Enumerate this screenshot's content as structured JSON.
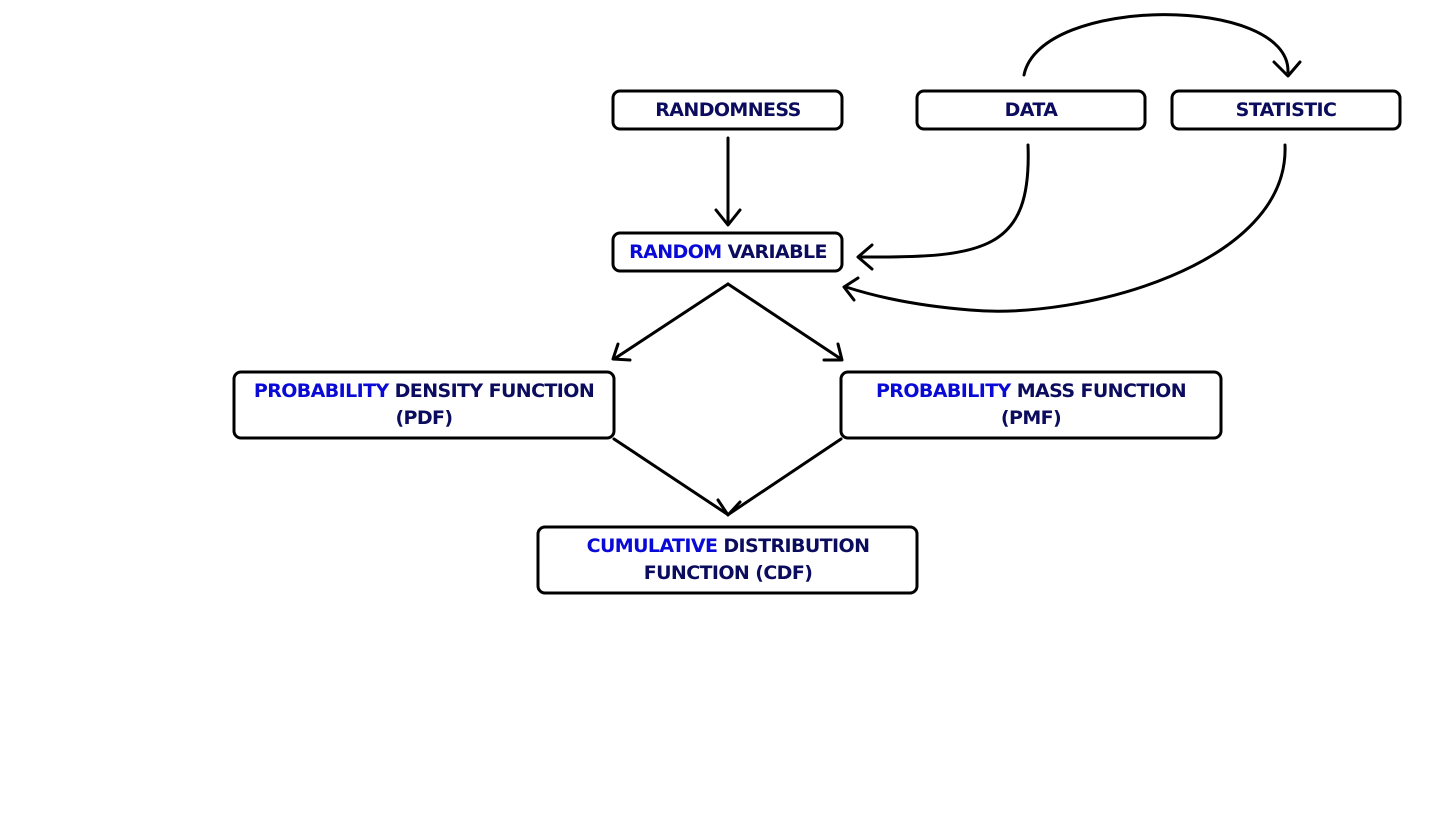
{
  "colors": {
    "accent": "#0a0ad6",
    "dark": "#0c0c5e",
    "stroke": "#000000",
    "background": "#ffffff"
  },
  "nodes": {
    "randomness": {
      "line1": [
        {
          "text": "RANDOMNESS",
          "tone": "dark"
        }
      ]
    },
    "data": {
      "line1": [
        {
          "text": "DATA",
          "tone": "dark"
        }
      ]
    },
    "statistic": {
      "line1": [
        {
          "text": "STATISTIC",
          "tone": "dark"
        }
      ]
    },
    "random_variable": {
      "line1": [
        {
          "text": "RANDOM ",
          "tone": "accent"
        },
        {
          "text": "VARIABLE",
          "tone": "dark"
        }
      ]
    },
    "pdf": {
      "line1": [
        {
          "text": "PROBABILITY ",
          "tone": "accent"
        },
        {
          "text": "DENSITY FUNCTION",
          "tone": "dark"
        }
      ],
      "line2": [
        {
          "text": "(PDF)",
          "tone": "dark"
        }
      ]
    },
    "pmf": {
      "line1": [
        {
          "text": "PROBABILITY ",
          "tone": "accent"
        },
        {
          "text": "MASS FUNCTION",
          "tone": "dark"
        }
      ],
      "line2": [
        {
          "text": "(PMF)",
          "tone": "dark"
        }
      ]
    },
    "cdf": {
      "line1": [
        {
          "text": "CUMULATIVE ",
          "tone": "accent"
        },
        {
          "text": "DISTRIBUTION",
          "tone": "dark"
        }
      ],
      "line2": [
        {
          "text": "FUNCTION (CDF)",
          "tone": "dark"
        }
      ]
    }
  }
}
